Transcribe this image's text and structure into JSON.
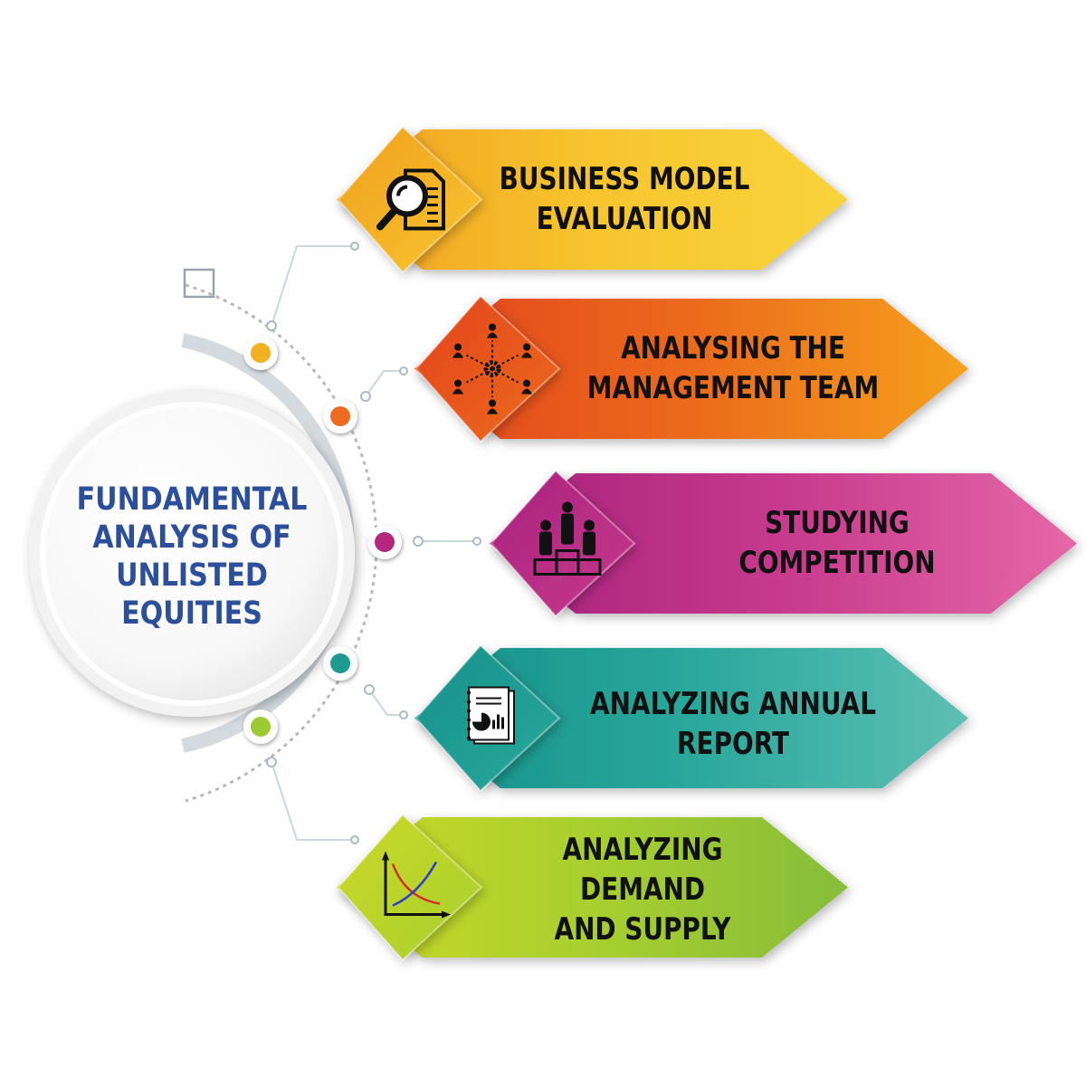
{
  "center": {
    "lines": [
      "FUNDAMENTAL",
      "ANALYSIS OF",
      "UNLISTED",
      "EQUITIES"
    ],
    "color": "#2b4f9a"
  },
  "steps": [
    {
      "lines": [
        "BUSINESS MODEL",
        "EVALUATION"
      ],
      "icon": "document-magnifier-icon",
      "colors": [
        "#f0a020",
        "#f7c52e",
        "#f8d43c"
      ],
      "dot": "#f2b021"
    },
    {
      "lines": [
        "ANALYSING THE",
        "MANAGEMENT TEAM"
      ],
      "icon": "team-network-icon",
      "colors": [
        "#e2441f",
        "#ec6a1d",
        "#f5a11a"
      ],
      "dot": "#ee6a1e"
    },
    {
      "lines": [
        "STUDYING COMPETITION"
      ],
      "icon": "podium-icon",
      "colors": [
        "#a8227e",
        "#c73a8c",
        "#e568a8"
      ],
      "dot": "#b5267f"
    },
    {
      "lines": [
        "ANALYZING ANNUAL",
        "REPORT"
      ],
      "icon": "annual-report-icon",
      "colors": [
        "#16918a",
        "#2aa89c",
        "#5ebfb3"
      ],
      "dot": "#1f9a90"
    },
    {
      "lines": [
        "ANALYZING  DEMAND",
        "AND SUPPLY"
      ],
      "icon": "demand-supply-chart-icon",
      "colors": [
        "#cbd92a",
        "#a8cf2e",
        "#86bd3a"
      ],
      "dot": "#9cca32"
    }
  ]
}
